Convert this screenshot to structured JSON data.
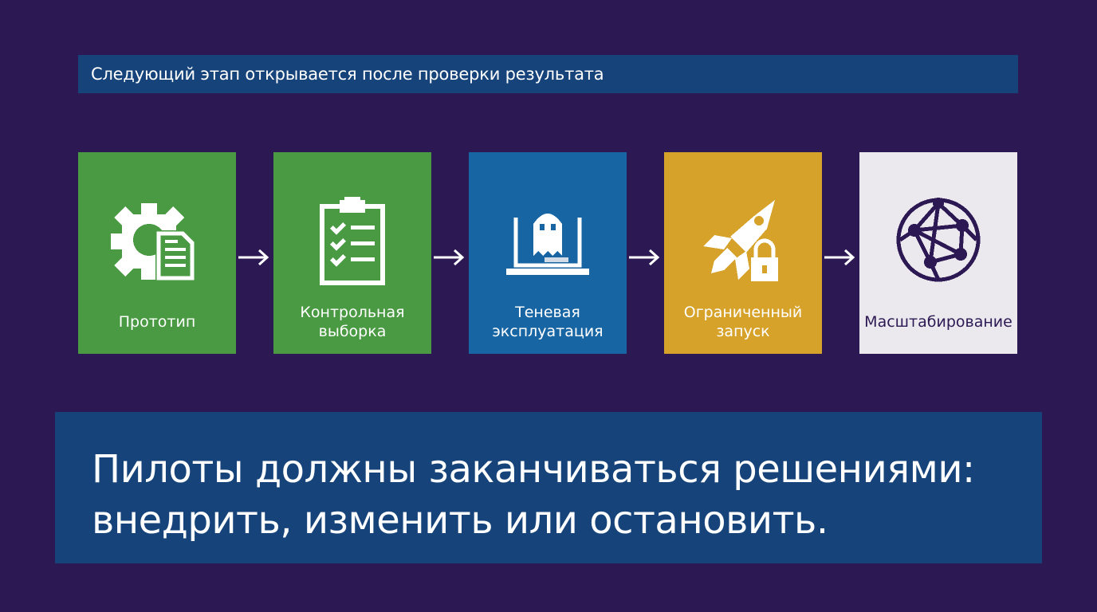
{
  "header": {
    "text": "Следующий этап открывается после проверки результата"
  },
  "stages": [
    {
      "label": "Прототип",
      "icon": "gear-document-icon",
      "background": "#4a9a43",
      "text_color": "#ffffff"
    },
    {
      "label": "Контрольная\nвыборка",
      "icon": "clipboard-checklist-icon",
      "background": "#4a9a43",
      "text_color": "#ffffff"
    },
    {
      "label": "Теневая\nэксплуатация",
      "icon": "ghost-laptop-icon",
      "background": "#1865a4",
      "text_color": "#ffffff"
    },
    {
      "label": "Ограниченный\nзапуск",
      "icon": "rocket-lock-icon",
      "background": "#d7a22a",
      "text_color": "#ffffff"
    },
    {
      "label": "Масштабирование",
      "icon": "network-globe-icon",
      "background": "#ebe9ee",
      "text_color": "#2c1953"
    }
  ],
  "banner": {
    "line1": "Пилоты должны заканчиваться решениями:",
    "line2": "внедрить, изменить или остановить."
  },
  "colors": {
    "page_background": "#2c1953",
    "bar_background": "#16447a",
    "arrow": "#ffffff"
  }
}
